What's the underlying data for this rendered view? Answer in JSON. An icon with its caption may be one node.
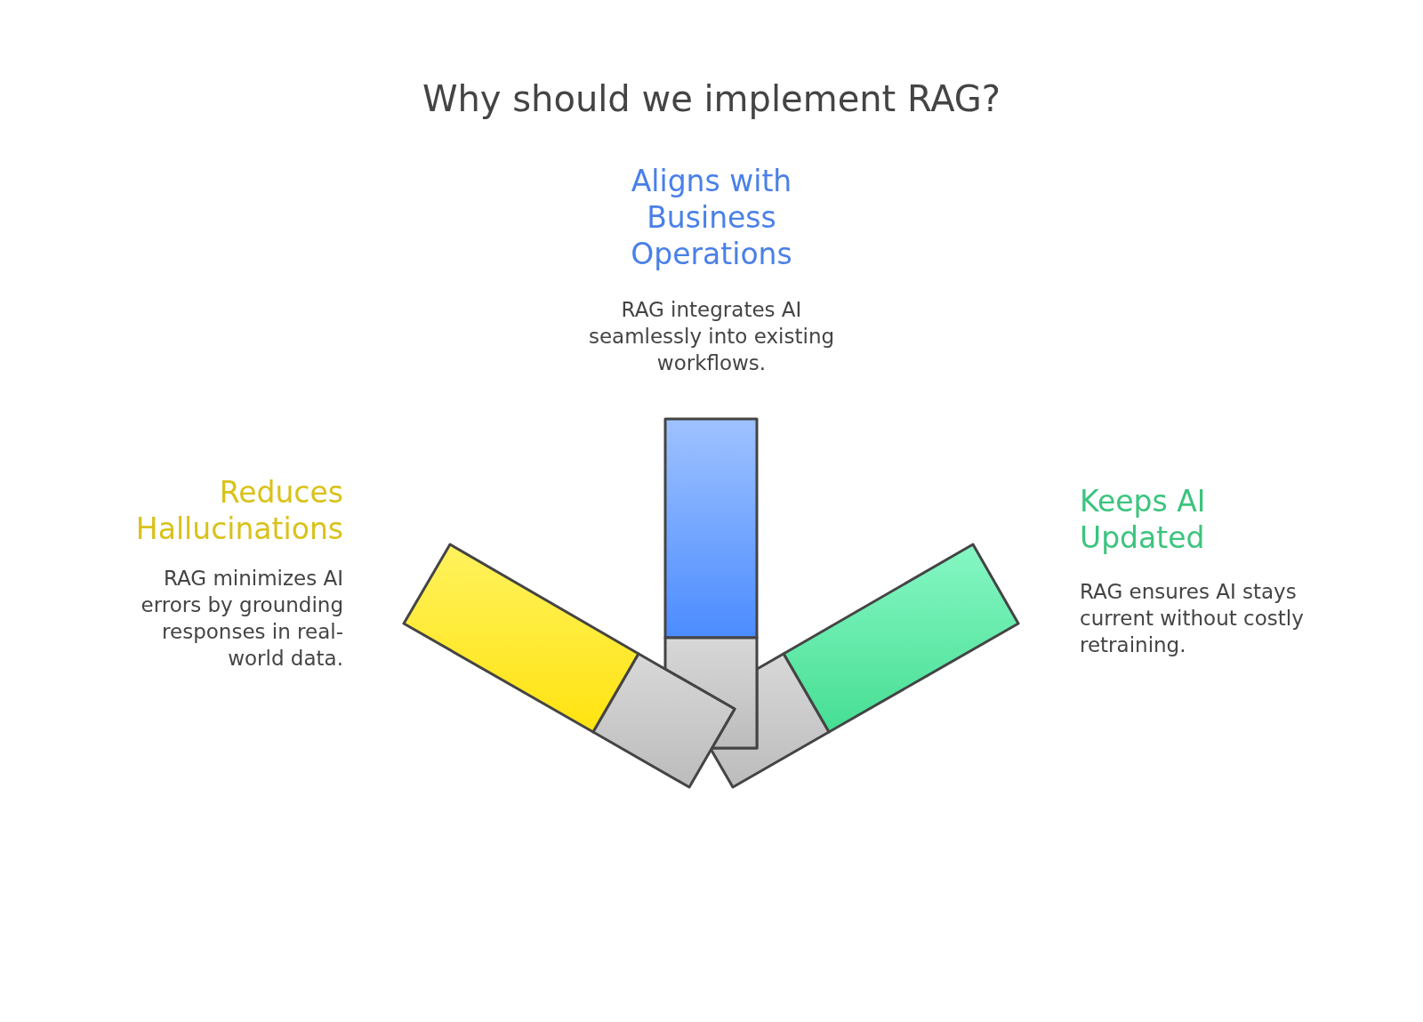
{
  "diagram": {
    "title": "Why should we implement RAG?",
    "nodes": [
      {
        "text": [],
        "shape": "bar",
        "beside": [
          "Aligns with Business Operations",
          "RAG integrates AI seamlessly into existing workflows."
        ]
      },
      {
        "text": [],
        "shape": "bar",
        "beside": [
          "Reduces Hallucinations",
          "RAG minimizes AI errors by grounding responses in real-world data."
        ]
      },
      {
        "text": [],
        "shape": "bar",
        "beside": [
          "Keeps AI Updated",
          "RAG ensures AI stays current without costly retraining."
        ]
      }
    ]
  }
}
